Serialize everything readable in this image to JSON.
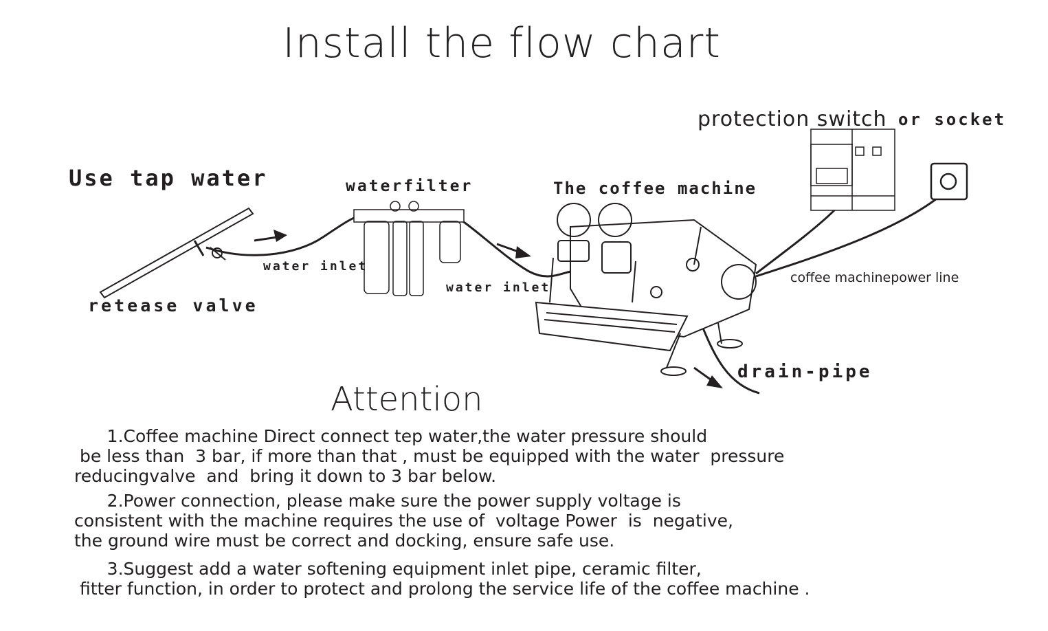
{
  "title": "Install the flow chart",
  "labels": {
    "tap_water": "Use tap water",
    "water_filter": "waterfilter",
    "coffee_machine": "The coffee machine",
    "protection_switch": "protection switch",
    "or_socket": "or socket",
    "water_inlet_1": "water inlet",
    "water_inlet_2": "water inlet",
    "release_valve": "retease valve",
    "power_line": "coffee machinepower line",
    "drain_pipe": "drain-pipe"
  },
  "attention": {
    "heading": "Attention",
    "notes": [
      {
        "lines": [
          "      1.Coffee machine Direct connect tep water,the water pressure should",
          " be less than  3 bar, if more than that , must be equipped with the water  pressure",
          "reducingvalve  and  bring it down to 3 bar below."
        ]
      },
      {
        "lines": [
          "      2.Power connection, please make sure the power supply voltage is",
          "consistent with the machine requires the use of  voltage Power  is  negative,",
          "the ground wire must be correct and docking, ensure safe use."
        ]
      },
      {
        "lines": [
          "      3.Suggest add a water softening equipment inlet pipe, ceramic filter,",
          " fitter function, in order to protect and prolong the service life of the coffee machine ."
        ]
      }
    ]
  },
  "icons": [
    "tap-pipe-icon",
    "water-filter-icon",
    "coffee-machine-icon",
    "circuit-breaker-icon",
    "wall-socket-icon",
    "flow-arrow-icon"
  ],
  "colors": {
    "ink": "#231f20",
    "background": "#ffffff"
  }
}
